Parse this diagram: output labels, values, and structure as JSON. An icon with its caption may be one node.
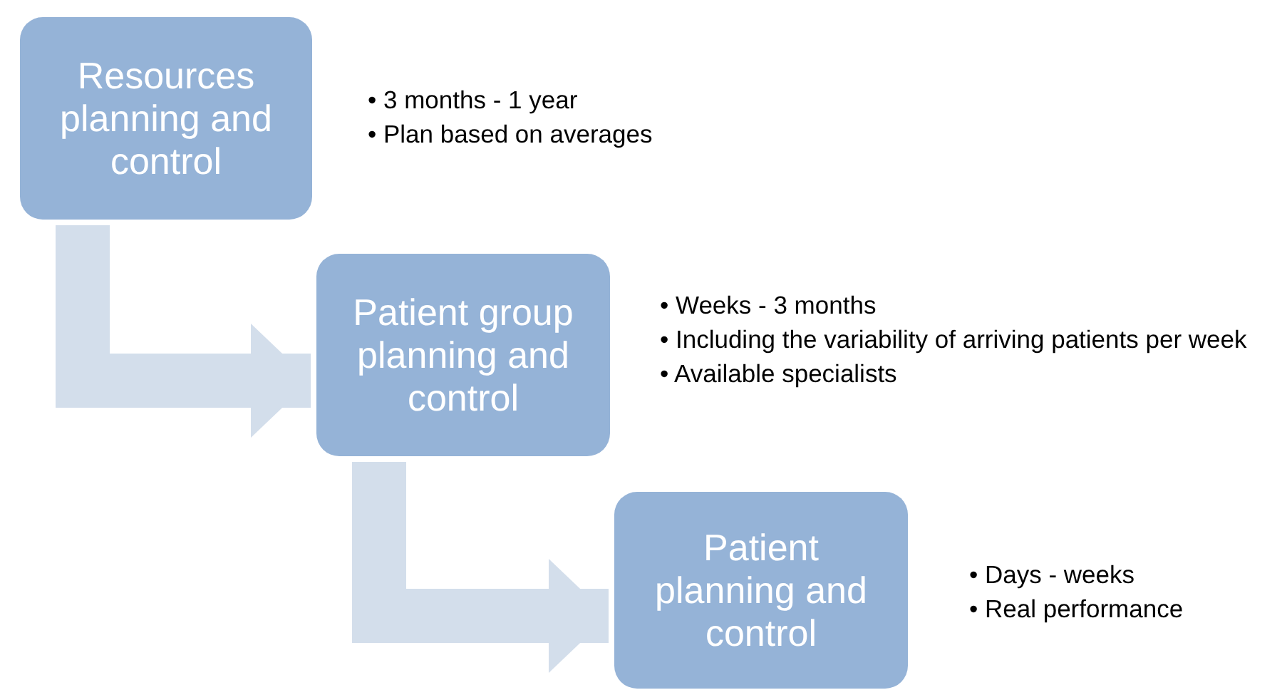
{
  "diagram": {
    "nodes": [
      {
        "text": [
          "Resources planning and control"
        ],
        "beside": [
          "• 3 months  - 1 year",
          "• Plan based on averages"
        ]
      },
      {
        "text": [
          "Patient group planning and control"
        ],
        "beside": [
          "• Weeks - 3 months",
          "• Including the variability of arriving patients per week",
          "• Available specialists"
        ]
      },
      {
        "text": [
          "Patient planning and control"
        ],
        "beside": [
          "• Days - weeks",
          "• Real performance"
        ]
      }
    ],
    "edges": [
      {
        "from": 0,
        "to": 1,
        "arrow": "to"
      },
      {
        "from": 1,
        "to": 2,
        "arrow": "to"
      }
    ]
  }
}
